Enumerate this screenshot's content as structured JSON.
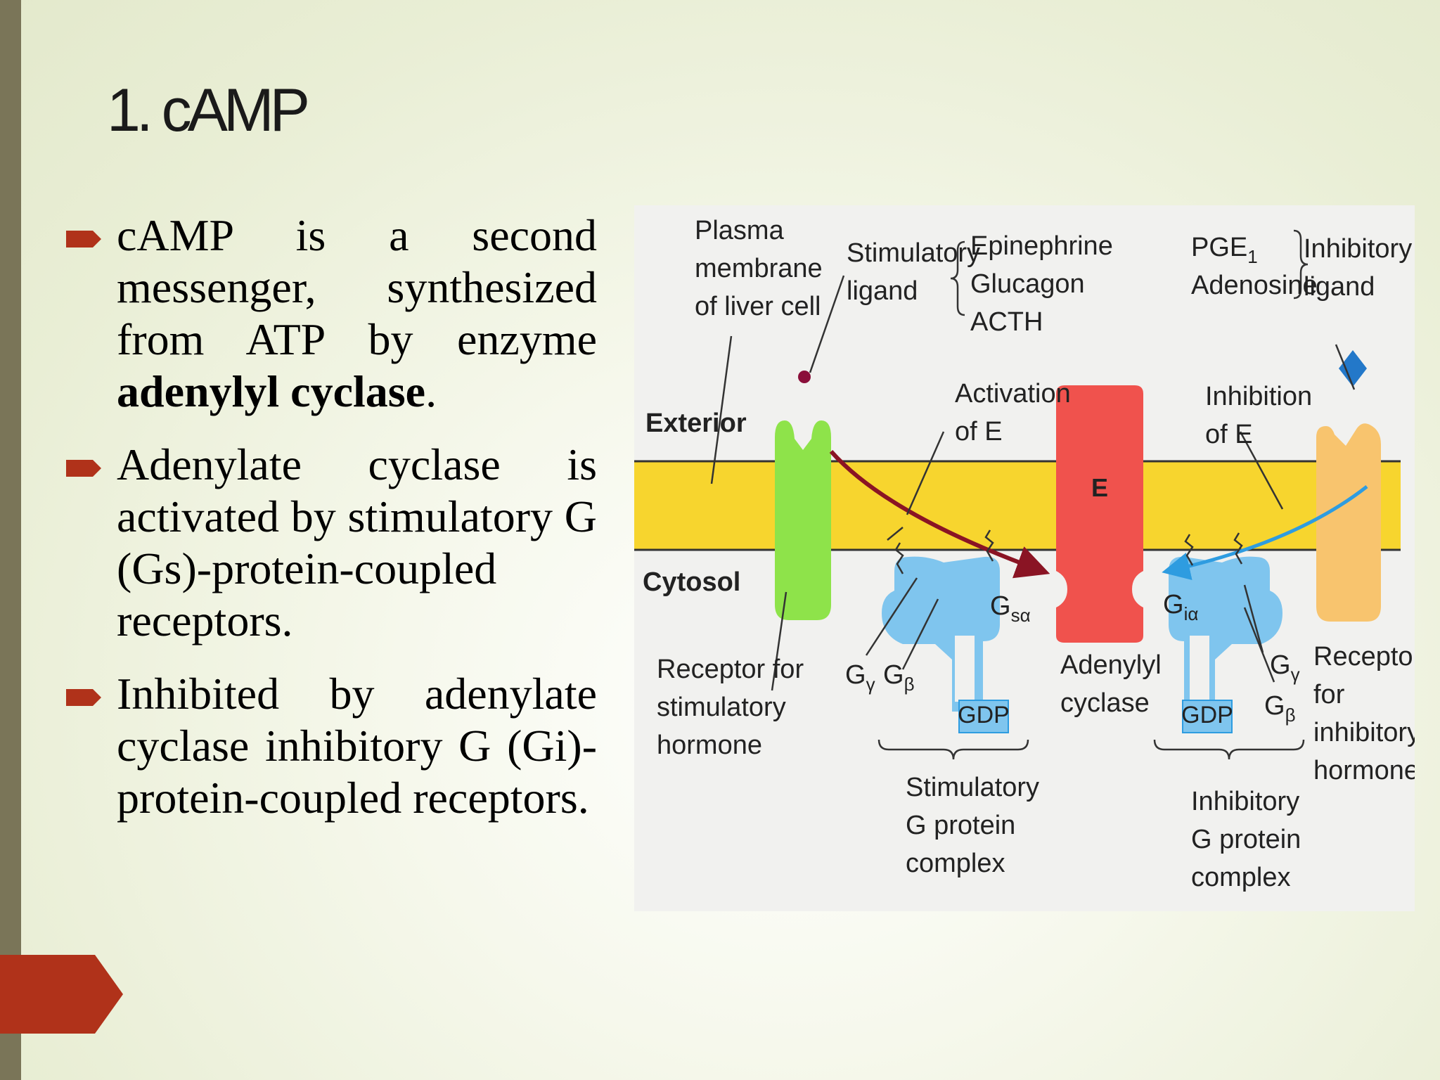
{
  "slide": {
    "title": "1. cAMP",
    "bullets": [
      {
        "parts": [
          "cAMP is a second messenger, synthesized from ATP by enzyme ",
          "adenylyl cyclase",
          "."
        ]
      },
      {
        "parts": [
          "Adenylate cyclase is activated by stimulatory G (Gs)-protein-coupled receptors."
        ]
      },
      {
        "parts": [
          "Inhibited by adenylate cyclase inhibitory G (Gi)-protein-coupled receptors."
        ]
      }
    ]
  },
  "colors": {
    "accent": "#b0321a",
    "side_bar": "#7a7558",
    "membrane": "#f7d52e",
    "receptor_stim": "#8ee34a",
    "receptor_inhib": "#f8c46e",
    "adenylyl_cyclase": "#f0524d",
    "g_protein": "#7fc5ee",
    "arrow_stim": "#8a1424",
    "arrow_inhib": "#2e9ce0",
    "ligand_stim": "#8a0f3a",
    "ligand_inhib": "#2378c9"
  },
  "figure": {
    "plasma_membrane": [
      "Plasma",
      "membrane",
      "of liver cell"
    ],
    "stimulatory_ligand": [
      "Stimulatory",
      "ligand"
    ],
    "stim_ligands": [
      "Epinephrine",
      "Glucagon",
      "ACTH"
    ],
    "inhib_ligands": [
      "PGE",
      "Adenosine"
    ],
    "pge_sub": "1",
    "inhibitory_ligand": [
      "Inhibitory",
      "ligand"
    ],
    "exterior": "Exterior",
    "cytosol": "Cytosol",
    "activation": [
      "Activation",
      "of E"
    ],
    "inhibition": [
      "Inhibition",
      "of E"
    ],
    "enzyme_letter": "E",
    "receptor_stim_label": [
      "Receptor for",
      "stimulatory",
      "hormone"
    ],
    "adenylyl_cyclase_label": [
      "Adenylyl",
      "cyclase"
    ],
    "receptor_inhib_label": [
      "Receptor",
      "for",
      "inhibitory",
      "hormone"
    ],
    "stim_complex": [
      "Stimulatory",
      "G protein",
      "complex"
    ],
    "inhib_complex": [
      "Inhibitory",
      "G protein",
      "complex"
    ],
    "gdp": "GDP",
    "g_letter": "G",
    "sub_gamma": "γ",
    "sub_beta": "β",
    "sub_s_alpha": "sα",
    "sub_i_alpha": "iα"
  }
}
